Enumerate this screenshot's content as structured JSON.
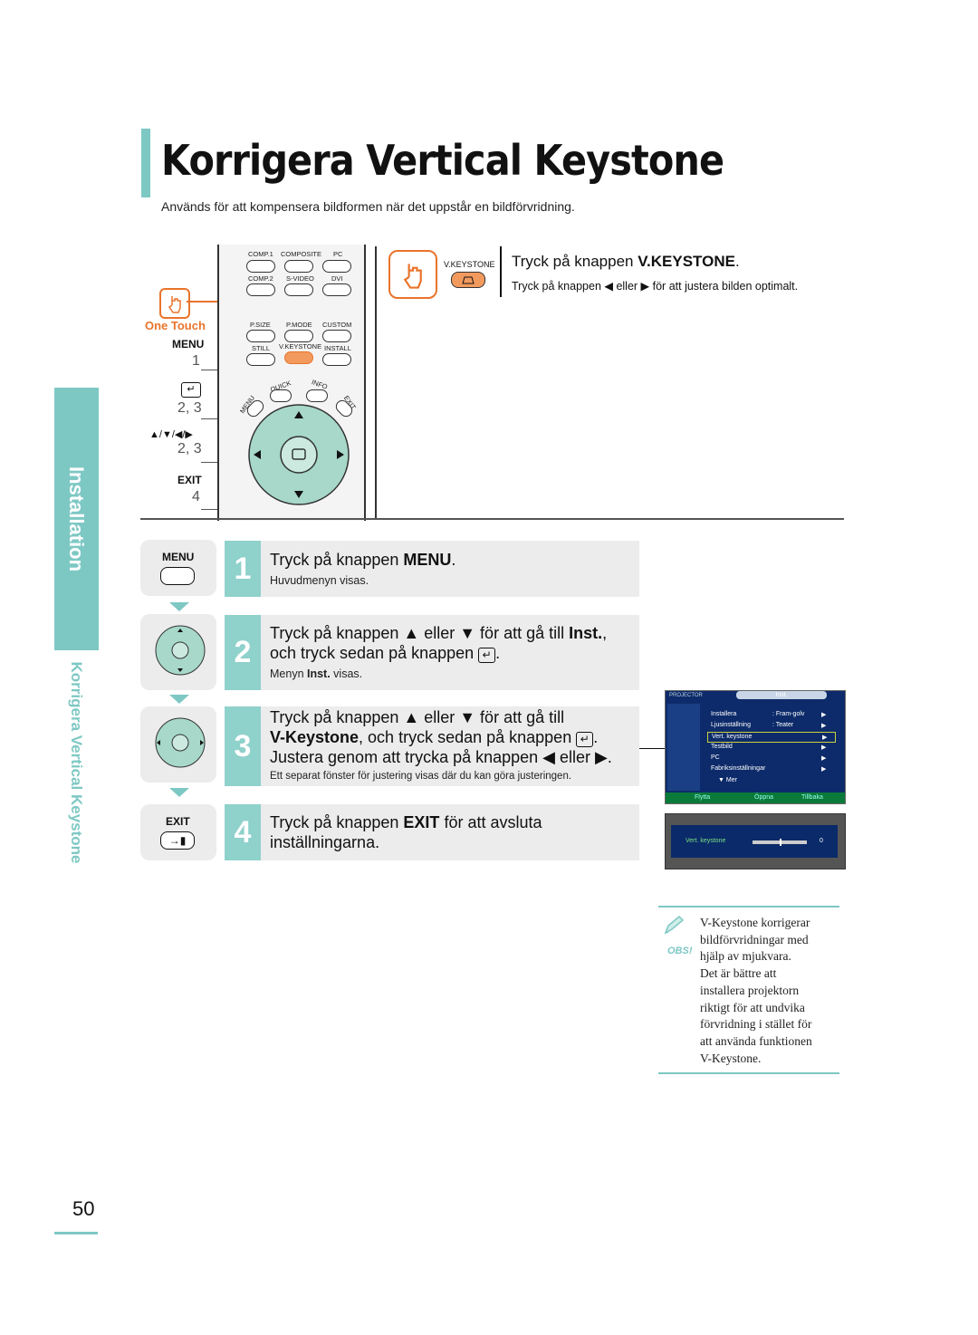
{
  "header": {
    "title": "Korrigera Vertical Keystone",
    "subtitle": "Används för att kompensera bildformen när det uppstår en bildförvridning."
  },
  "side_tab": {
    "section": "Installation",
    "subsection": "Korrigera Vertical Keystone"
  },
  "remote": {
    "labels": {
      "comp1": "COMP.1",
      "composite": "COMPOSITE",
      "pc": "PC",
      "comp2": "COMP.2",
      "svideo": "S-VIDEO",
      "dvi": "DVI",
      "psize": "P.SIZE",
      "pmode": "P.MODE",
      "custom": "CUSTOM",
      "still": "STILL",
      "vkeystone": "V.KEYSTONE",
      "install": "INSTALL",
      "quick": "QUICK",
      "info": "INFO",
      "menu": "MENU",
      "exit": "EXIT"
    },
    "one_touch": "One Touch",
    "callouts": {
      "menu_key": "MENU",
      "menu_step": "1",
      "enter_step": "2, 3",
      "arrows_key": "▲/▼/◀/▶",
      "arrows_step": "2, 3",
      "exit_key": "EXIT",
      "exit_step": "4"
    }
  },
  "vkeystone_section": {
    "button_label": "V.KEYSTONE",
    "main_prefix": "Tryck på knappen ",
    "main_bold": "V.KEYSTONE",
    "main_suffix": ".",
    "sub": "Tryck på knappen ◀ eller ▶ för att justera bilden optimalt."
  },
  "steps": [
    {
      "number": "1",
      "icon_label": "MENU",
      "line1_prefix": "Tryck på knappen ",
      "line1_bold": "MENU",
      "line1_suffix": ".",
      "sub": "Huvudmenyn visas."
    },
    {
      "number": "2",
      "line1": "Tryck på knappen ▲ eller ▼ för att gå till ",
      "line1_bold": "Inst.",
      "line1_suffix": ",",
      "line2": "och tryck sedan på knappen",
      "line2_suffix": ".",
      "sub_prefix": "Menyn ",
      "sub_bold": "Inst.",
      "sub_suffix": " visas."
    },
    {
      "number": "3",
      "line1": "Tryck på knappen ▲ eller ▼ för att gå till",
      "line2_bold": "V-Keystone",
      "line2": ", och tryck sedan på knappen",
      "line2_suffix": ".",
      "line3": "Justera genom att trycka på knappen ◀ eller ▶.",
      "sub": "Ett separat fönster för justering visas där du kan göra justeringen."
    },
    {
      "number": "4",
      "icon_label": "EXIT",
      "line1_prefix": "Tryck på knappen ",
      "line1_bold": "EXIT",
      "line1_suffix": " för att avsluta",
      "line2": "inställningarna."
    }
  ],
  "osd_menu": {
    "brand": "PROJECTOR",
    "tab": "Inst.",
    "items": [
      {
        "label": "Installera",
        "value": ": Fram-golv",
        "arrow": "▶"
      },
      {
        "label": "Ljusinställning",
        "value": ": Teater",
        "arrow": "▶"
      },
      {
        "label": "Vert. keystone",
        "value": "",
        "arrow": "▶"
      },
      {
        "label": "Testbild",
        "value": "",
        "arrow": "▶"
      },
      {
        "label": "PC",
        "value": "",
        "arrow": "▶"
      },
      {
        "label": "Fabriksinställningar",
        "value": "",
        "arrow": "▶"
      }
    ],
    "more": "▼ Mer",
    "footer": {
      "move": "Flytta",
      "open": "Öppna",
      "back": "Tillbaka"
    },
    "selected_index": 2
  },
  "osd_slider": {
    "label": "Vert. keystone",
    "value": "0",
    "level": 0.5
  },
  "note": {
    "tag": "OBS!",
    "lines": [
      "V-Keystone korrigerar",
      "bildförvridningar med",
      "hjälp av mjukvara.",
      "Det är bättre att",
      "installera projektorn",
      "riktigt för att undvika",
      "förvridning i stället för",
      "att använda funktionen",
      "V-Keystone."
    ]
  },
  "page_number": "50",
  "colors": {
    "accent": "#7ec8c4",
    "step_num": "#8fd1cb",
    "orange": "#e9742b",
    "osd_bg": "#0d2b6a"
  }
}
